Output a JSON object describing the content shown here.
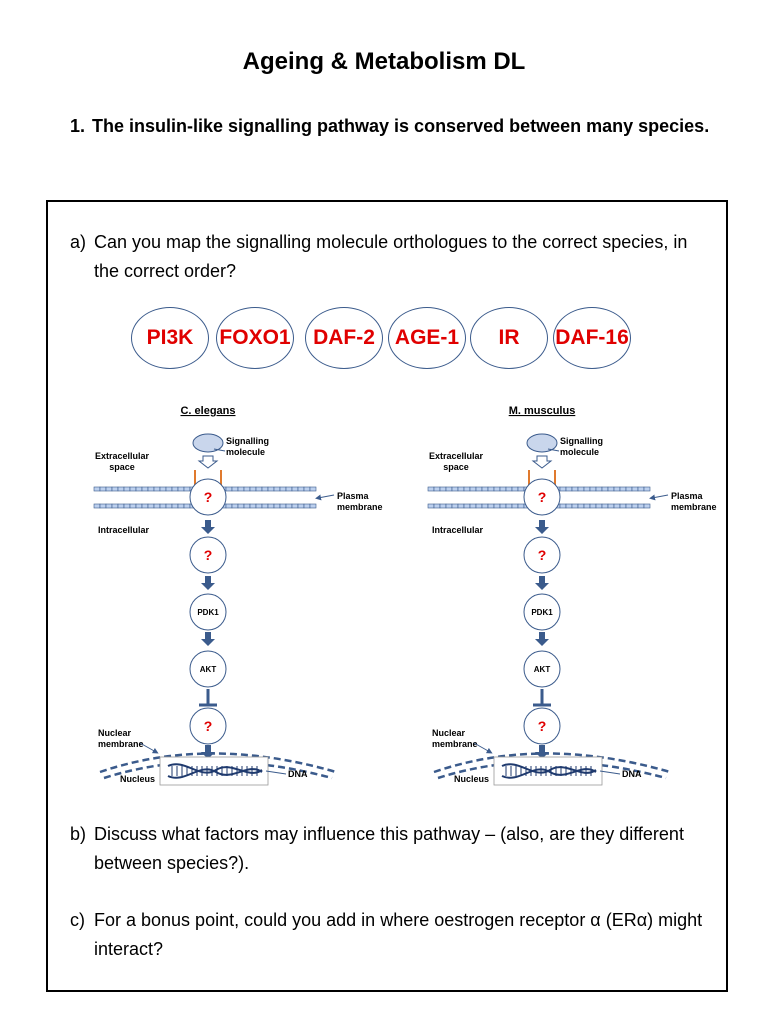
{
  "title": "Ageing & Metabolism DL",
  "question1": {
    "number": "1.",
    "text": "The insulin-like signalling pathway is conserved between many species."
  },
  "part_a": {
    "label": "a)",
    "text": "Can you map the signalling molecule orthologues to the correct species, in the correct order?"
  },
  "molecules": [
    "PI3K",
    "FOXO1",
    "DAF-2",
    "AGE-1",
    "IR",
    "DAF-16"
  ],
  "molecule_color": "#e00000",
  "diagrams": [
    {
      "species": "C. elegans",
      "signalling_molecule": "Signalling molecule",
      "extracellular": "Extracellular space",
      "plasma_membrane": "Plasma membrane",
      "intracellular": "Intracellular",
      "unknown": "?",
      "pdk1": "PDK1",
      "akt": "AKT",
      "nuclear_membrane": "Nuclear membrane",
      "nucleus": "Nucleus",
      "dna": "DNA"
    },
    {
      "species": "M. musculus",
      "signalling_molecule": "Signalling molecule",
      "extracellular": "Extracellular space",
      "plasma_membrane": "Plasma membrane",
      "intracellular": "Intracellular",
      "unknown": "?",
      "pdk1": "PDK1",
      "akt": "AKT",
      "nuclear_membrane": "Nuclear membrane",
      "nucleus": "Nucleus",
      "dna": "DNA"
    }
  ],
  "part_b": {
    "label": "b)",
    "text": "Discuss what factors may influence this pathway – (also, are they different between species?)."
  },
  "part_c": {
    "label": "c)",
    "text": "For a bonus point, could you add in where oestrogen receptor α (ERα) might interact?"
  }
}
